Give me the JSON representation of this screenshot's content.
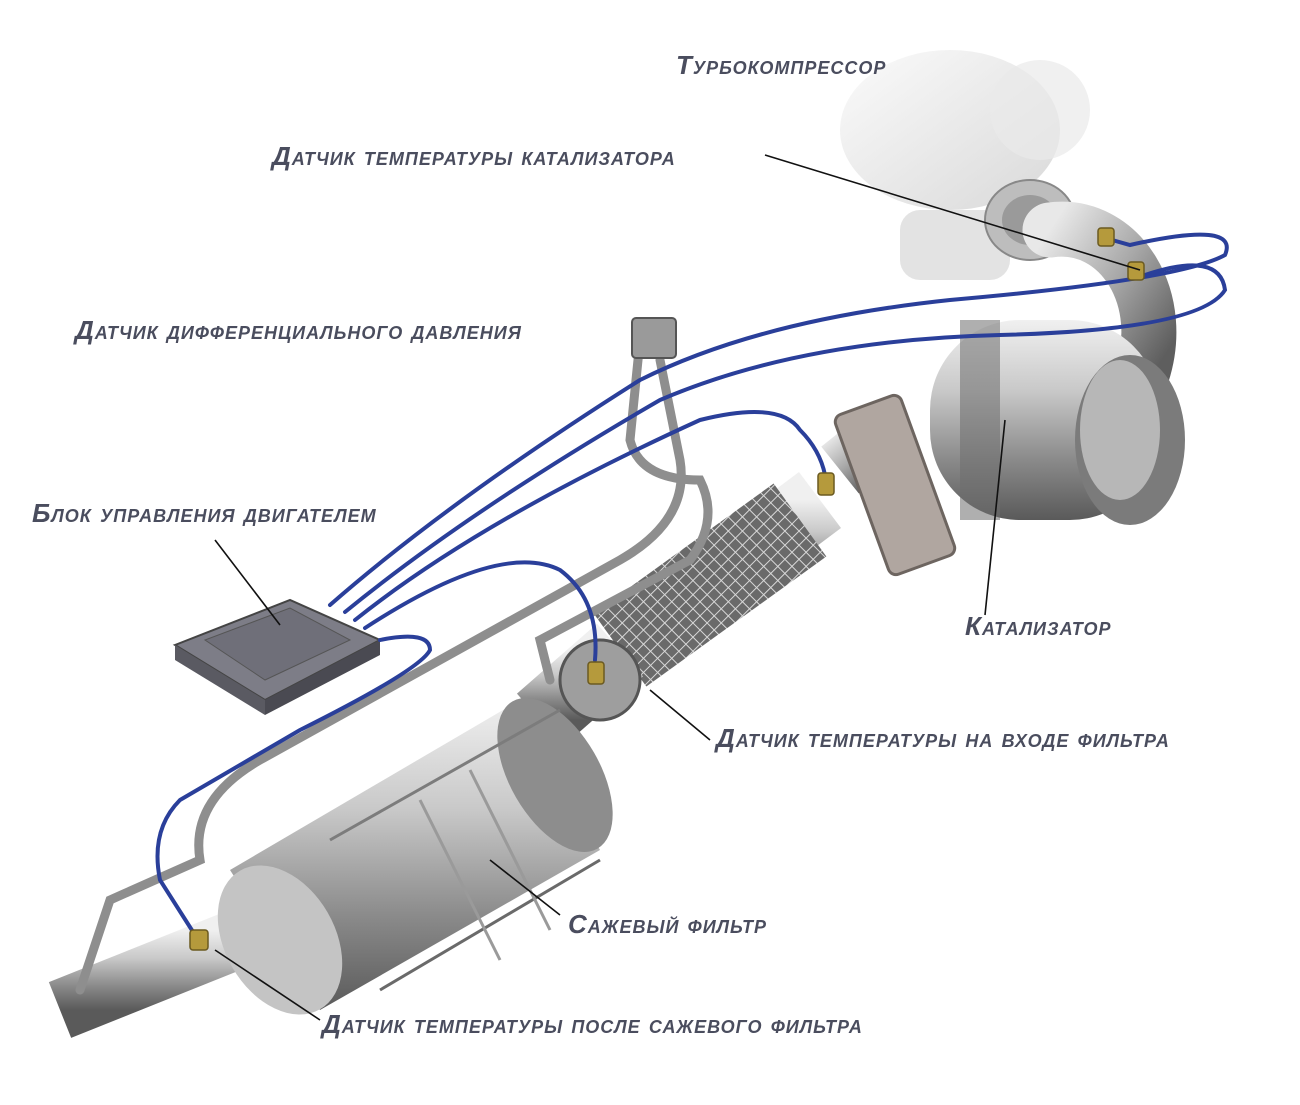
{
  "diagram": {
    "colors": {
      "background": "#ffffff",
      "label_text": "#4a4d5e",
      "wire": "#2a3f9a",
      "metal_light": "#e6e6e6",
      "metal_mid": "#a9a9a9",
      "metal_dark": "#5f5f5f",
      "leader_line": "#111111",
      "sensor_brass": "#b59a3c"
    },
    "labels": [
      {
        "id": "turbo",
        "text": "Турбокомпрессор"
      },
      {
        "id": "catalyst-temp-sensor",
        "text": "Датчик температуры катализатора"
      },
      {
        "id": "diff-pressure-sensor",
        "text": "Датчик дифференциального давления"
      },
      {
        "id": "ecu",
        "text": "Блок управления двигателем"
      },
      {
        "id": "catalyst",
        "text": "Катализатор"
      },
      {
        "id": "filter-inlet-temp-sensor",
        "text": "Датчик температуры на входе фильтра"
      },
      {
        "id": "dpf",
        "text": "Сажевый фильтр"
      },
      {
        "id": "after-dpf-temp-sensor",
        "text": "Датчик температуры после сажевого фильтра"
      }
    ]
  }
}
